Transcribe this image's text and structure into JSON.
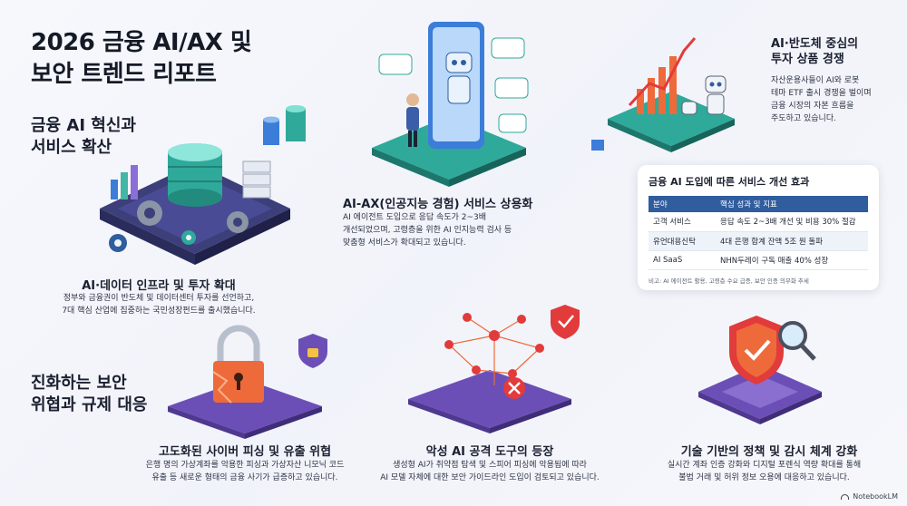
{
  "title": {
    "line1": "2026 금융 AI/AX 및",
    "line2": "보안 트렌드 리포트"
  },
  "section_innovation": {
    "line1": "금융 AI 혁신과",
    "line2": "서비스 확산"
  },
  "section_security": {
    "line1": "진화하는 보안",
    "line2": "위협과 규제 대응"
  },
  "infra": {
    "title": "AI·데이터 인프라 및 투자 확대",
    "desc1": "정부와 금융권이 반도체 및 데이터센터 투자를 선언하고,",
    "desc2": "7대 핵심 산업에 집중하는 국민성장펀드를 출시했습니다."
  },
  "ax": {
    "title": "AI-AX(인공지능 경험) 서비스 상용화",
    "desc1": "AI 에이전트 도입으로 응답 속도가 2~3배",
    "desc2": "개선되었으며, 고령층을 위한 AI 인지능력 검사 등",
    "desc3": "맞춤형 서비스가 확대되고 있습니다."
  },
  "invest": {
    "title1": "AI·반도체 중심의",
    "title2": "투자 상품 경쟁",
    "desc1": "자산운용사들이 AI와 로봇",
    "desc2": "테마 ETF 출시 경쟁을 벌이며",
    "desc3": "금융 시장의 자본 흐름을",
    "desc4": "주도하고 있습니다."
  },
  "table": {
    "title": "금융 AI 도입에 따른 서비스 개선 효과",
    "headers": [
      "분야",
      "핵심 성과 및 지표"
    ],
    "rows": [
      [
        "고객 서비스",
        "응답 속도 2~3배 개선 및 비용 30% 절감"
      ],
      [
        "유언대용신탁",
        "4대 은행 합계 잔액 5조 원 돌파"
      ],
      [
        "AI SaaS",
        "NHN두레이 구독 매출 40% 성장"
      ]
    ],
    "note": "비고: AI 에이전트 활용, 고령층 수요 급증, 보안 인증 의무화 추세"
  },
  "phishing": {
    "title": "고도화된 사이버 피싱 및 유출 위협",
    "desc1": "은행 명의 가상계좌를 악용한 피싱과 가상자산 니모닉 코드",
    "desc2": "유출 등 새로운 형태의 금융 사기가 급증하고 있습니다."
  },
  "malicious": {
    "title": "악성 AI 공격 도구의 등장",
    "desc1": "생성형 AI가 취약점 탐색 및 스피어 피싱에 악용됨에 따라",
    "desc2": "AI 모델 자체에 대한 보안 가이드라인 도입이 검토되고 있습니다."
  },
  "policy": {
    "title": "기술 기반의 정책 및 감시 체계 강화",
    "desc1": "실시간 계좌 인증 강화와 디지털 포렌식 역량 확대를 통해",
    "desc2": "불법 거래 및 허위 정보 오용에 대응하고 있습니다."
  },
  "brand": "NotebookLM",
  "colors": {
    "teal": "#2fa99a",
    "purple": "#6b4fb6",
    "blue": "#2f5d9e",
    "orange": "#ee6a3a",
    "red": "#e23b3b"
  },
  "icons": [
    "gear-icon",
    "database-icon",
    "robot-icon",
    "phone-icon",
    "chart-icon",
    "padlock-icon",
    "shield-icon",
    "network-icon",
    "error-icon",
    "magnifier-icon",
    "chip-icon"
  ]
}
